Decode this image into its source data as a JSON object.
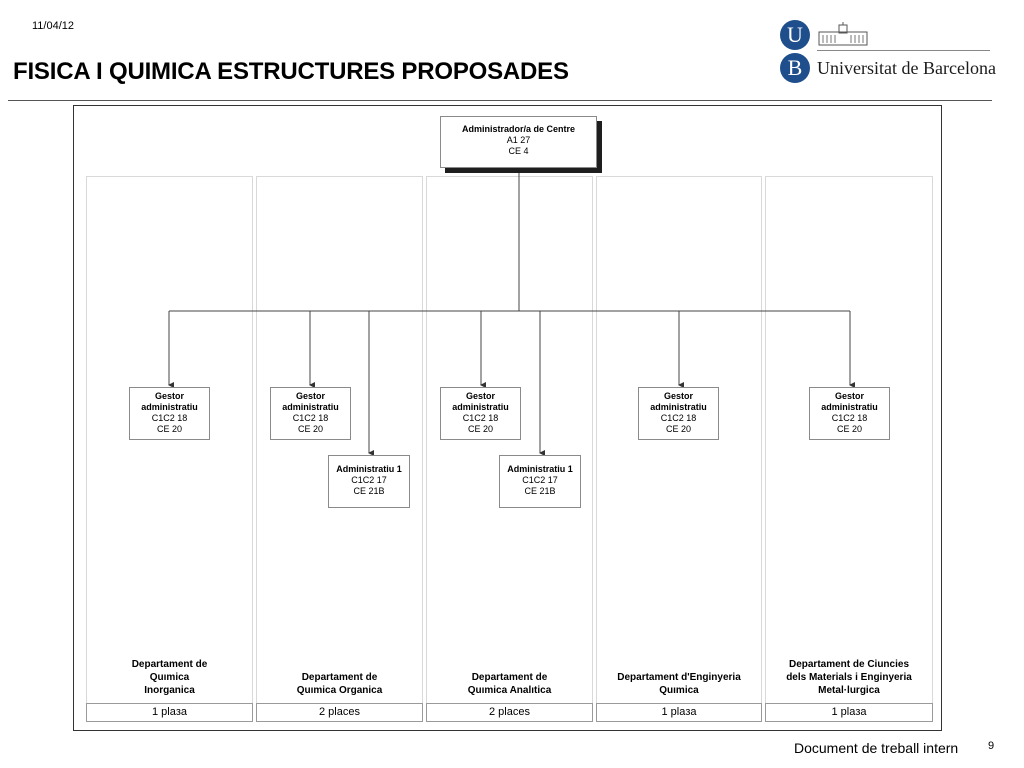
{
  "header": {
    "date": "11/04/12",
    "title": "FISICA I QUIMICA ESTRUCTURES PROPOSADES",
    "logo": {
      "badge_top": "U",
      "badge_bottom": "B",
      "name": "Universitat de Barcelona",
      "color": "#1f4e8c"
    }
  },
  "org": {
    "root": {
      "title": "Administrador/a de Centre",
      "line1": "A1 27",
      "line2": "CE 4"
    },
    "gestors": [
      {
        "t1": "Gestor",
        "t2": "administratiu",
        "l1": "C1C2 18",
        "l2": "CE 20"
      },
      {
        "t1": "Gestor",
        "t2": "administratiu",
        "l1": "C1C2 18",
        "l2": "CE 20"
      },
      {
        "t1": "Gestor",
        "t2": "administratiu",
        "l1": "C1C2 18",
        "l2": "CE 20"
      },
      {
        "t1": "Gestor",
        "t2": "administratiu",
        "l1": "C1C2 18",
        "l2": "CE 20"
      },
      {
        "t1": "Gestor",
        "t2": "administratiu",
        "l1": "C1C2 18",
        "l2": "CE 20"
      }
    ],
    "administratius": [
      {
        "title": "Administratiu 1",
        "l1": "C1C2 17",
        "l2": "CE 21B"
      },
      {
        "title": "Administratiu 1",
        "l1": "C1C2 17",
        "l2": "CE 21B"
      }
    ],
    "departments": [
      {
        "lines": [
          "Departament de",
          "Quımica",
          "Inorganica"
        ],
        "places": "1 plaза"
      },
      {
        "lines": [
          "Departament de",
          "Quımica Organica"
        ],
        "places": "2 places"
      },
      {
        "lines": [
          "Departament de",
          "Quımica Analıtica"
        ],
        "places": "2 places"
      },
      {
        "lines": [
          "Departament d'Enginyeria",
          "Quımica"
        ],
        "places": "1 plaза"
      },
      {
        "lines": [
          "Departament de Ciuncies",
          "dels Materials i Enginyeria",
          "Metal·lurgica"
        ],
        "places": "1 plaза"
      }
    ]
  },
  "footer": {
    "text": "Document de treball intern",
    "page": "9"
  }
}
